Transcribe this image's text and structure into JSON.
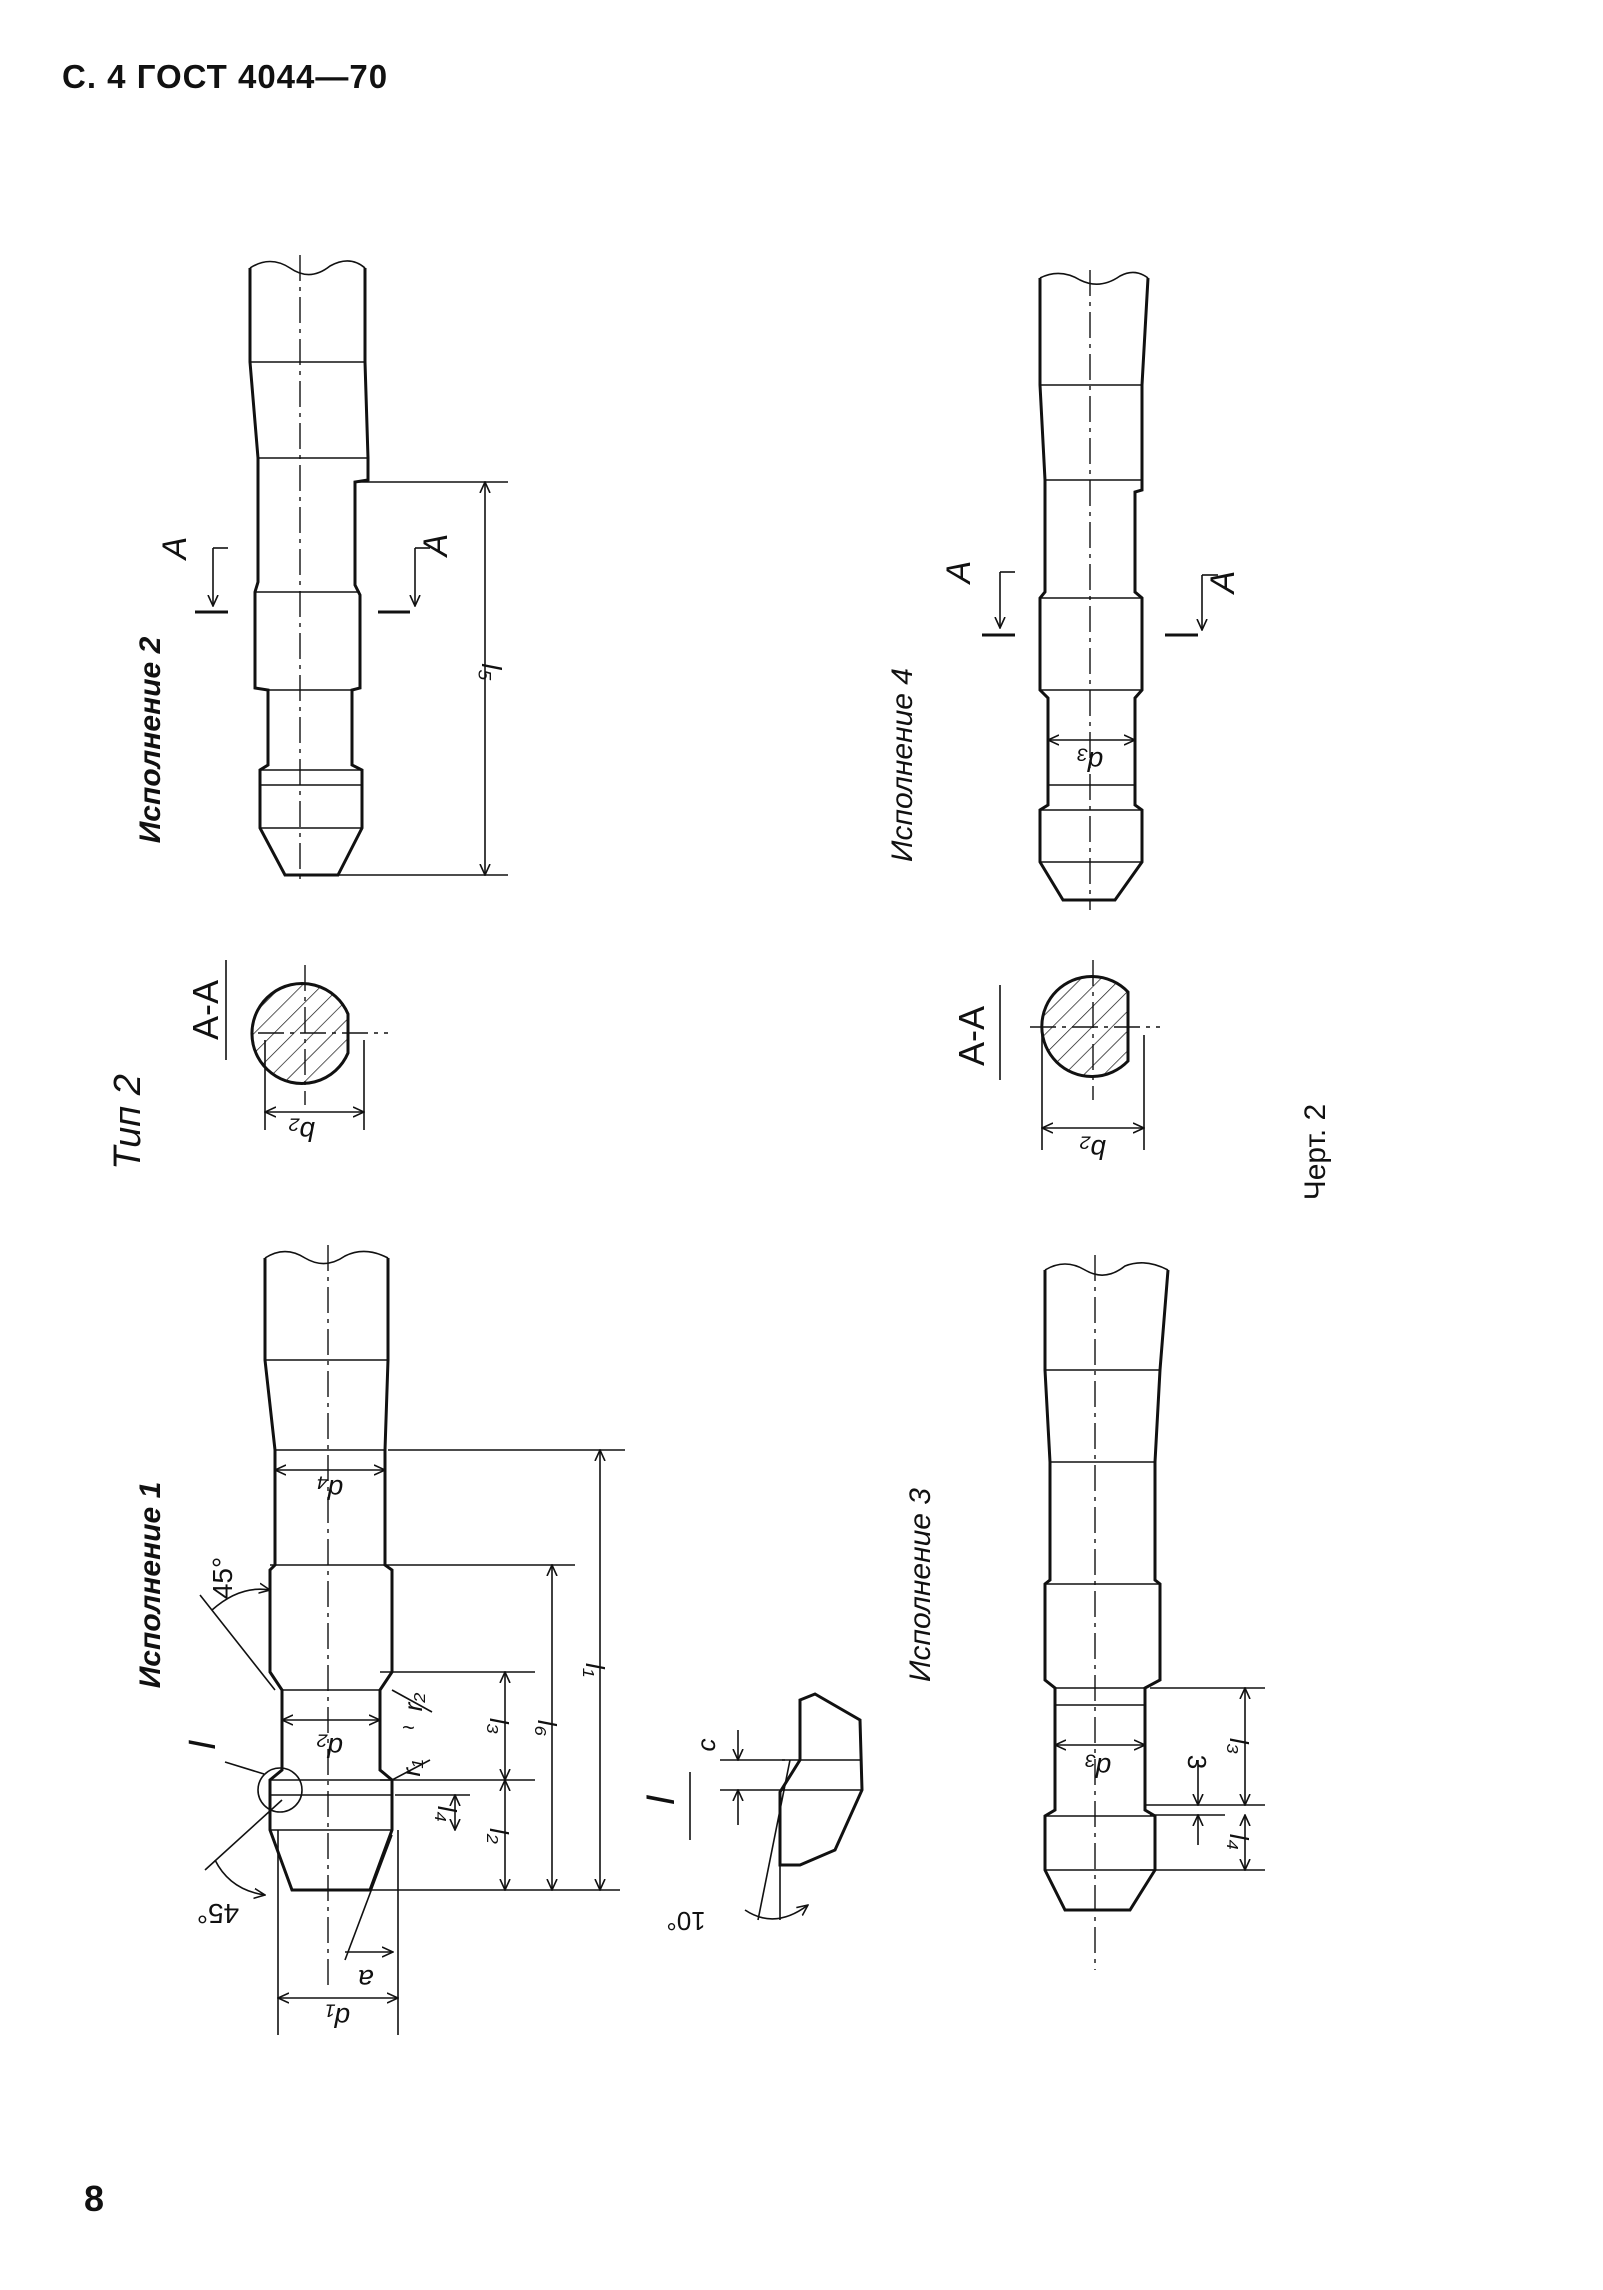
{
  "page": {
    "header": "С. 4 ГОСТ 4044—70",
    "page_number": "8",
    "type_label": "Тип 2",
    "figure_caption": "Черт. 2"
  },
  "views": {
    "v1": {
      "title": "Исполнение 1",
      "detail_mark": "I"
    },
    "v2": {
      "title": "Исполнение 2"
    },
    "v3": {
      "title": "Исполнение 3"
    },
    "v4": {
      "title": "Исполнение 4"
    }
  },
  "section": {
    "label": "A-A",
    "arrow_letter": "A"
  },
  "detail": {
    "label": "I"
  },
  "dims": {
    "d1": "d₁",
    "d2": "d₂",
    "d3": "d₃",
    "d4": "d₄",
    "b2": "b₂",
    "l1": "l₁",
    "l2": "l₂",
    "l3": "l₃",
    "l4": "l₄",
    "l5": "l₅",
    "l6": "l₆",
    "r1": "r₁",
    "r2": "r₂",
    "a": "a",
    "c": "c",
    "angle45": "45°",
    "angle10": "10°",
    "three": "3"
  }
}
